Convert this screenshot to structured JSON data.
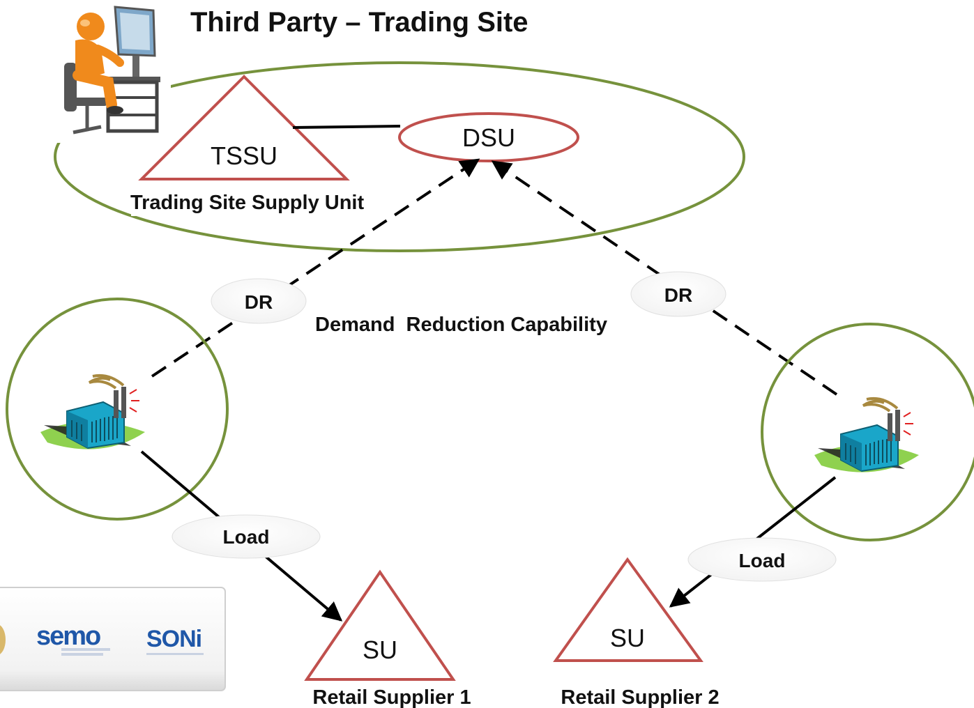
{
  "title": "Third Party – Trading Site",
  "tssu": {
    "label": "TSSU",
    "caption": "Trading Site Supply Unit"
  },
  "dsu": {
    "label": "DSU"
  },
  "dr_left": "DR",
  "dr_right": "DR",
  "demand_caption": "Demand  Reduction Capability",
  "load_left": "Load",
  "load_right": "Load",
  "su_left": {
    "label": "SU",
    "caption": "Retail Supplier 1"
  },
  "su_right": {
    "label": "SU",
    "caption": "Retail Supplier 2"
  },
  "logos": {
    "semo": "semo",
    "soni": "SONi"
  },
  "colors": {
    "ellipse_green": "#76923c",
    "triangle_red": "#c0504d",
    "line": "#000000",
    "factory_blue": "#1aa6c9",
    "grass": "#8fd14f",
    "person_orange": "#f08a1c"
  },
  "icons": [
    "person-at-computer-icon",
    "factory-icon",
    "factory-icon"
  ]
}
